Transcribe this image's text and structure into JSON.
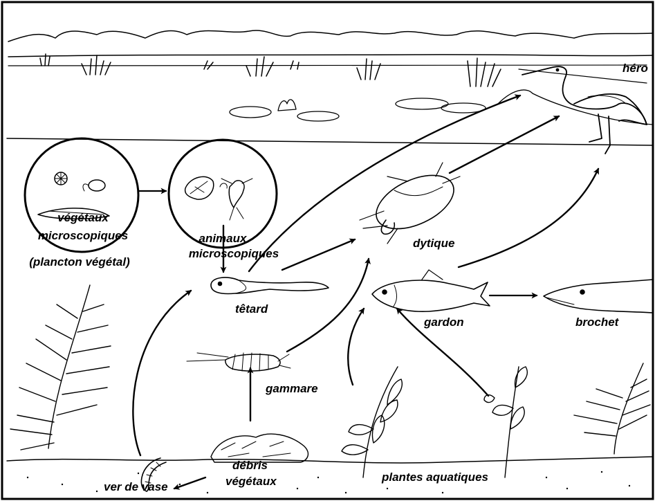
{
  "labels": {
    "heron": "héro",
    "vegetal_plankton_l1": "végétaux",
    "vegetal_plankton_l2": "microscopiques",
    "vegetal_plankton_l3": "(plancton végétal)",
    "animal_plankton_l1": "animaux",
    "animal_plankton_l2": "microscopiques",
    "tadpole": "têtard",
    "beetle": "dytique",
    "roach": "gardon",
    "pike": "brochet",
    "gammarus": "gammare",
    "debris_l1": "débris",
    "debris_l2": "végétaux",
    "worm": "ver de vase",
    "plants": "plantes aquatiques"
  },
  "icons": [
    "heron-icon",
    "water-beetle-icon",
    "tadpole-icon",
    "roach-fish-icon",
    "pike-fish-icon",
    "gammarus-icon",
    "mud-worm-icon",
    "plant-debris-icon",
    "aquatic-plant-icon",
    "water-lily-icon",
    "reed-icon",
    "phytoplankton-icon",
    "zooplankton-icon"
  ],
  "colors": {
    "ink": "#000000",
    "background": "#ffffff"
  }
}
